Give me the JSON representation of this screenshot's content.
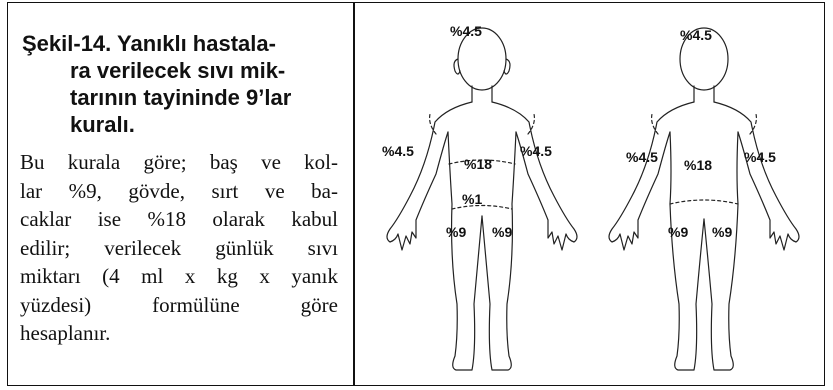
{
  "caption": {
    "lines": [
      "Şekil-14. Yanıklı hastala-",
      "ra verilecek sıvı mik-",
      "tarının tayininde 9’lar",
      "kuralı."
    ]
  },
  "body": {
    "lines": [
      "Bu kurala göre; baş ve kol-",
      "lar %9, gövde, sırt ve ba-",
      "caklar ise %18 olarak kabul",
      "edilir; verilecek günlük sıvı",
      "miktarı (4 ml x kg x yanık",
      "yüzdesi) formülüne göre",
      "hesaplanır."
    ]
  },
  "figure": {
    "front": {
      "head": "%4.5",
      "arm_left": "%4.5",
      "arm_right": "%4.5",
      "trunk": "%18",
      "genital": "%1",
      "leg_left": "%9",
      "leg_right": "%9"
    },
    "back": {
      "head": "%4.5",
      "arm_left": "%4.5",
      "arm_right": "%4.5",
      "trunk": "%18",
      "leg_left": "%9",
      "leg_right": "%9"
    }
  }
}
